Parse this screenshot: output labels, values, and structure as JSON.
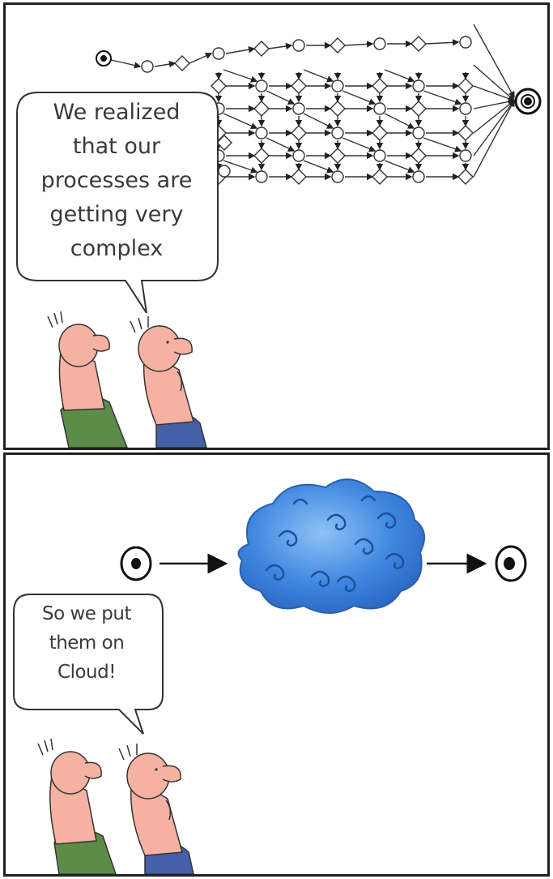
{
  "panels": [
    {
      "speech": "We realized\nthat our\nprocesses are\ngetting very\ncomplex",
      "graphic": "complex-process-flow-diagram"
    },
    {
      "speech": "So we put\nthem on\nCloud!",
      "graphic": "simple-flow-through-cloud"
    }
  ],
  "colors": {
    "border": "#222222",
    "skin": "#f5b2a3",
    "shirt_left": "#5b8c48",
    "shirt_right": "#4360a8",
    "cloud": "#3f86e0",
    "text": "#3a3a3a"
  },
  "icons": [
    "start-node-icon",
    "end-node-icon",
    "cloud-icon",
    "arrow-icon"
  ]
}
